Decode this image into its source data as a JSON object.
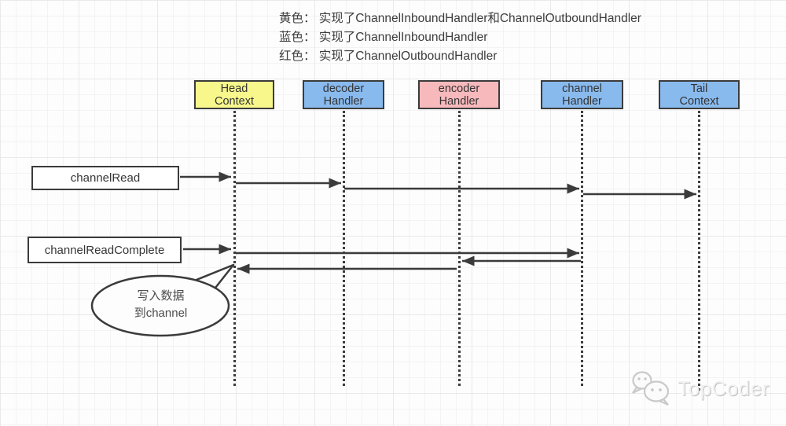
{
  "legend": {
    "yellow": "黄色： 实现了ChannelInboundHandler和ChannelOutboundHandler",
    "blue": "蓝色： 实现了ChannelInboundHandler",
    "red": "红色： 实现了ChannelOutboundHandler"
  },
  "participants": [
    {
      "id": "head-context",
      "line1": "Head",
      "line2": "Context",
      "fill": "#F7F78C"
    },
    {
      "id": "decoder-handler",
      "line1": "decoder",
      "line2": "Handler",
      "fill": "#89BAEE"
    },
    {
      "id": "encoder-handler",
      "line1": "encoder",
      "line2": "Handler",
      "fill": "#F8B9BC"
    },
    {
      "id": "channel-handler",
      "line1": "channel",
      "line2": "Handler",
      "fill": "#89BAEE"
    },
    {
      "id": "tail-context",
      "line1": "Tail",
      "line2": "Context",
      "fill": "#89BAEE"
    }
  ],
  "messages": [
    {
      "label": "channelRead"
    },
    {
      "label": "channelReadComplete"
    }
  ],
  "note": {
    "line1": "写入数据",
    "line2": "到channel"
  },
  "watermark": {
    "text": "TopCoder",
    "icon": "wechat-icon"
  },
  "colors": {
    "line": "#3b3b3b",
    "yellow": "#F7F78C",
    "blue": "#89BAEE",
    "pink": "#F8B9BC",
    "watermark_gray": "#c9c9c9"
  }
}
